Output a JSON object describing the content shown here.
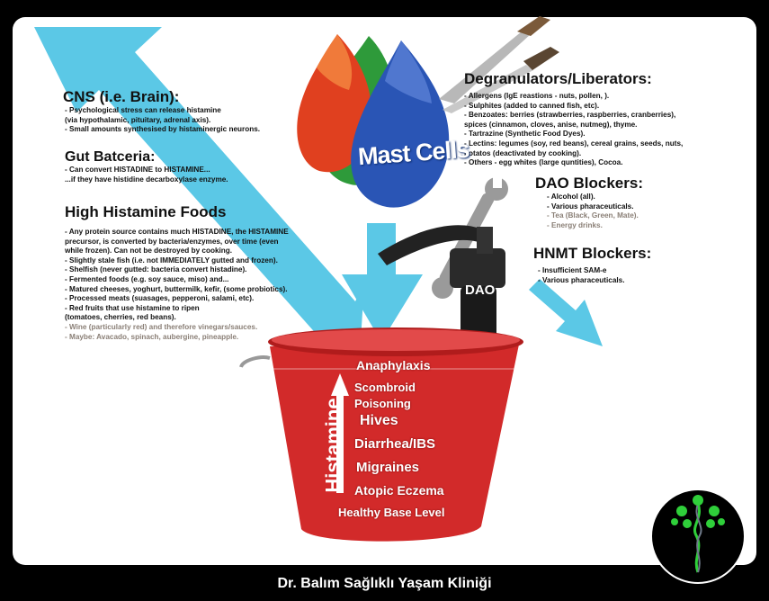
{
  "cns": {
    "title": "CNS (i.e. Brain):",
    "items": [
      "- Psychological stress can release histamine",
      "(via hypothalamic, pituitary, adrenal axis).",
      "- Small amounts synthesised by histaminergic neurons."
    ]
  },
  "gut": {
    "title": "Gut Batceria:",
    "items": [
      "- Can convert HISTADINE to HISTAMINE...",
      "...if they have histidine decarboxylase enzyme."
    ]
  },
  "foods": {
    "title": "High Histamine Foods",
    "items": [
      "- Any protein source contains much HISTADINE, the HISTAMINE",
      "precursor, is converted by bacteria/enzymes, over time (even",
      "while frozen). Can not be destroyed by cooking.",
      "- Slightly stale fish (i.e. not IMMEDIATELY gutted and frozen).",
      "- Shelfish (never gutted: bacteria convert histadine).",
      "- Fermented foods (e.g. soy sauce, miso) and...",
      "- Matured cheeses, yoghurt, buttermilk, kefir, (some probiotics).",
      "- Processed meats (suasages, pepperoni, salami, etc).",
      "- Red fruits that use histamine to ripen",
      "(tomatoes, cherries, red beans)."
    ],
    "grey_items": [
      "- Wine (particularly red) and therefore vinegars/sauces.",
      "- Maybe: Avacado, spinach, aubergine, pineapple."
    ]
  },
  "degranulators": {
    "title": "Degranulators/Liberators:",
    "items": [
      "- Allergens (IgE reastions - nuts, pollen, ).",
      "- Sulphites (added to canned fish, etc).",
      "- Benzoates: berries (strawberries, raspberries, cranberries),",
      "spices (cinnamon, cloves, anise, nutmeg), thyme.",
      "- Tartrazine (Synthetic Food Dyes).",
      "- Lectins: legumes (soy, red beans), cereal grains, seeds, nuts,",
      "potatos (deactivated by cooking).",
      "- Others - egg whites (large quntities), Cocoa."
    ]
  },
  "dao_blockers": {
    "title": "DAO Blockers:",
    "items": [
      "- Alcohol (all).",
      "- Various pharaceuticals."
    ],
    "grey_items": [
      "- Tea (Black, Green, Mate).",
      "- Energy drinks."
    ]
  },
  "hnmt": {
    "title": "HNMT Blockers:",
    "items": [
      "- Insufficient SAM-e",
      "- Various pharaceuticals."
    ]
  },
  "mast_cells": "Mast Cells",
  "pump_label": "DAO",
  "bucket": {
    "side_label": "Histamine",
    "levels": [
      "Anaphylaxis",
      "Scombroid",
      "Poisoning",
      "Hives",
      "Diarrhea/IBS",
      "Migraines",
      "Atopic Eczema",
      "Healthy Base Level"
    ]
  },
  "footer": "Dr. Balım Sağlıklı Yaşam Kliniği",
  "colors": {
    "arrow": "#5bc8e6",
    "bucket": "#d22a2a",
    "background": "#000000"
  },
  "icons": [
    "knife-icon",
    "wrench-icon",
    "water-pump-icon",
    "tree-logo-icon",
    "balloon-icon"
  ]
}
